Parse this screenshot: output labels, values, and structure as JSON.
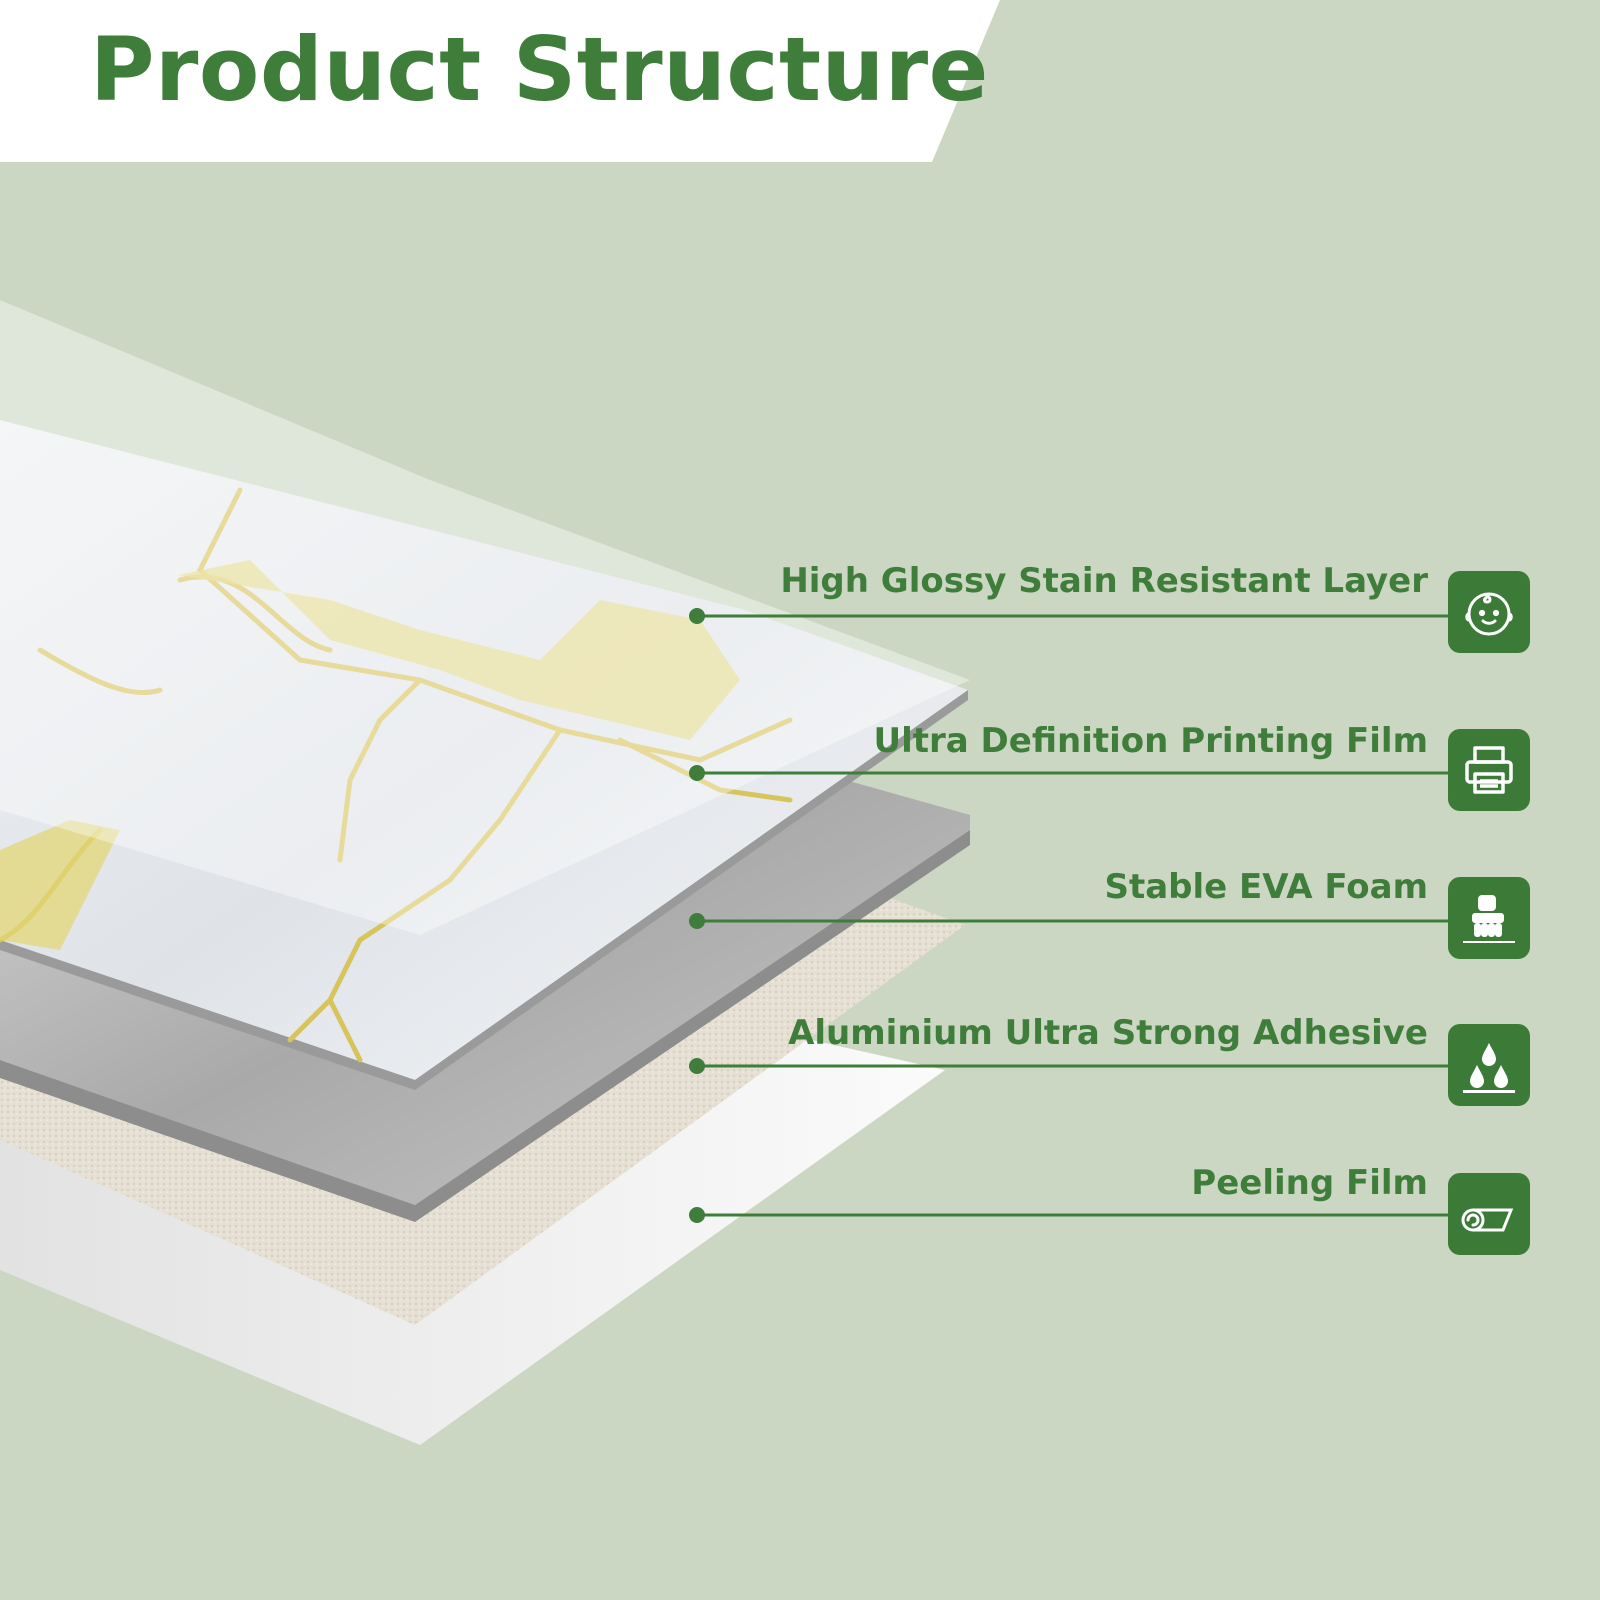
{
  "title": "Product Structure",
  "colors": {
    "background": "#cbd7c3",
    "accent": "#3e7d3a",
    "icon_bg": "#3b7a37",
    "gold_vein": "#d8c45c",
    "foam": "#b9b9b9",
    "adhesive": "#e7e0d4",
    "peeling_film": "#f2f2f2"
  },
  "layers": [
    {
      "label": "High Glossy Stain Resistant Layer",
      "icon": "baby-face-icon"
    },
    {
      "label": "Ultra Definition Printing Film",
      "icon": "printer-icon"
    },
    {
      "label": "Stable EVA Foam",
      "icon": "hand-press-icon"
    },
    {
      "label": "Aluminium Ultra Strong Adhesive",
      "icon": "water-drops-icon"
    },
    {
      "label": "Peeling Film",
      "icon": "roll-film-icon"
    }
  ]
}
